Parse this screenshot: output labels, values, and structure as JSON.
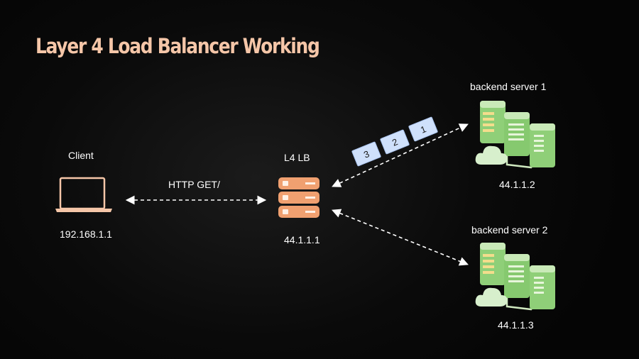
{
  "title": "Layer 4 Load Balancer Working",
  "client": {
    "label": "Client",
    "ip": "192.168.1.1"
  },
  "request": {
    "label": "HTTP GET/"
  },
  "load_balancer": {
    "label": "L4 LB",
    "ip": "44.1.1.1"
  },
  "servers": [
    {
      "label": "backend server 1",
      "ip": "44.1.1.2"
    },
    {
      "label": "backend server 2",
      "ip": "44.1.1.3"
    }
  ],
  "packets": [
    "3",
    "2",
    "1"
  ],
  "colors": {
    "title": "#f5c6a8",
    "laptop": "#f5c6a8",
    "lb": "#f0a070",
    "server": "#8fcf78",
    "packet": "#cfe0fb"
  }
}
